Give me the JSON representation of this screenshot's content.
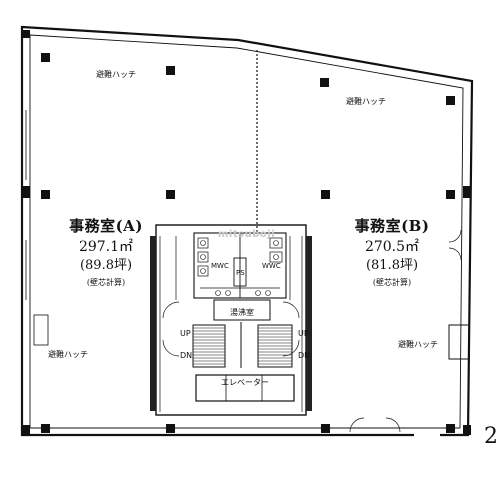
{
  "rooms": {
    "a": {
      "name": "事務室(A)",
      "area": "297.1㎡",
      "tsubo": "(89.8坪)",
      "note": "(壁芯計算)"
    },
    "b": {
      "name": "事務室(B)",
      "area": "270.5㎡",
      "tsubo": "(81.8坪)",
      "note": "(壁芯計算)"
    }
  },
  "hatch_label": "避難ハッチ",
  "core": {
    "ps": "PS",
    "mwc": "MWC",
    "wwc": "WWC",
    "kyuto": "湯沸室",
    "up": "UP",
    "dn": "DN",
    "elevator": "エレベーター"
  },
  "watermark": "mitsuboji",
  "edge_number": "2"
}
